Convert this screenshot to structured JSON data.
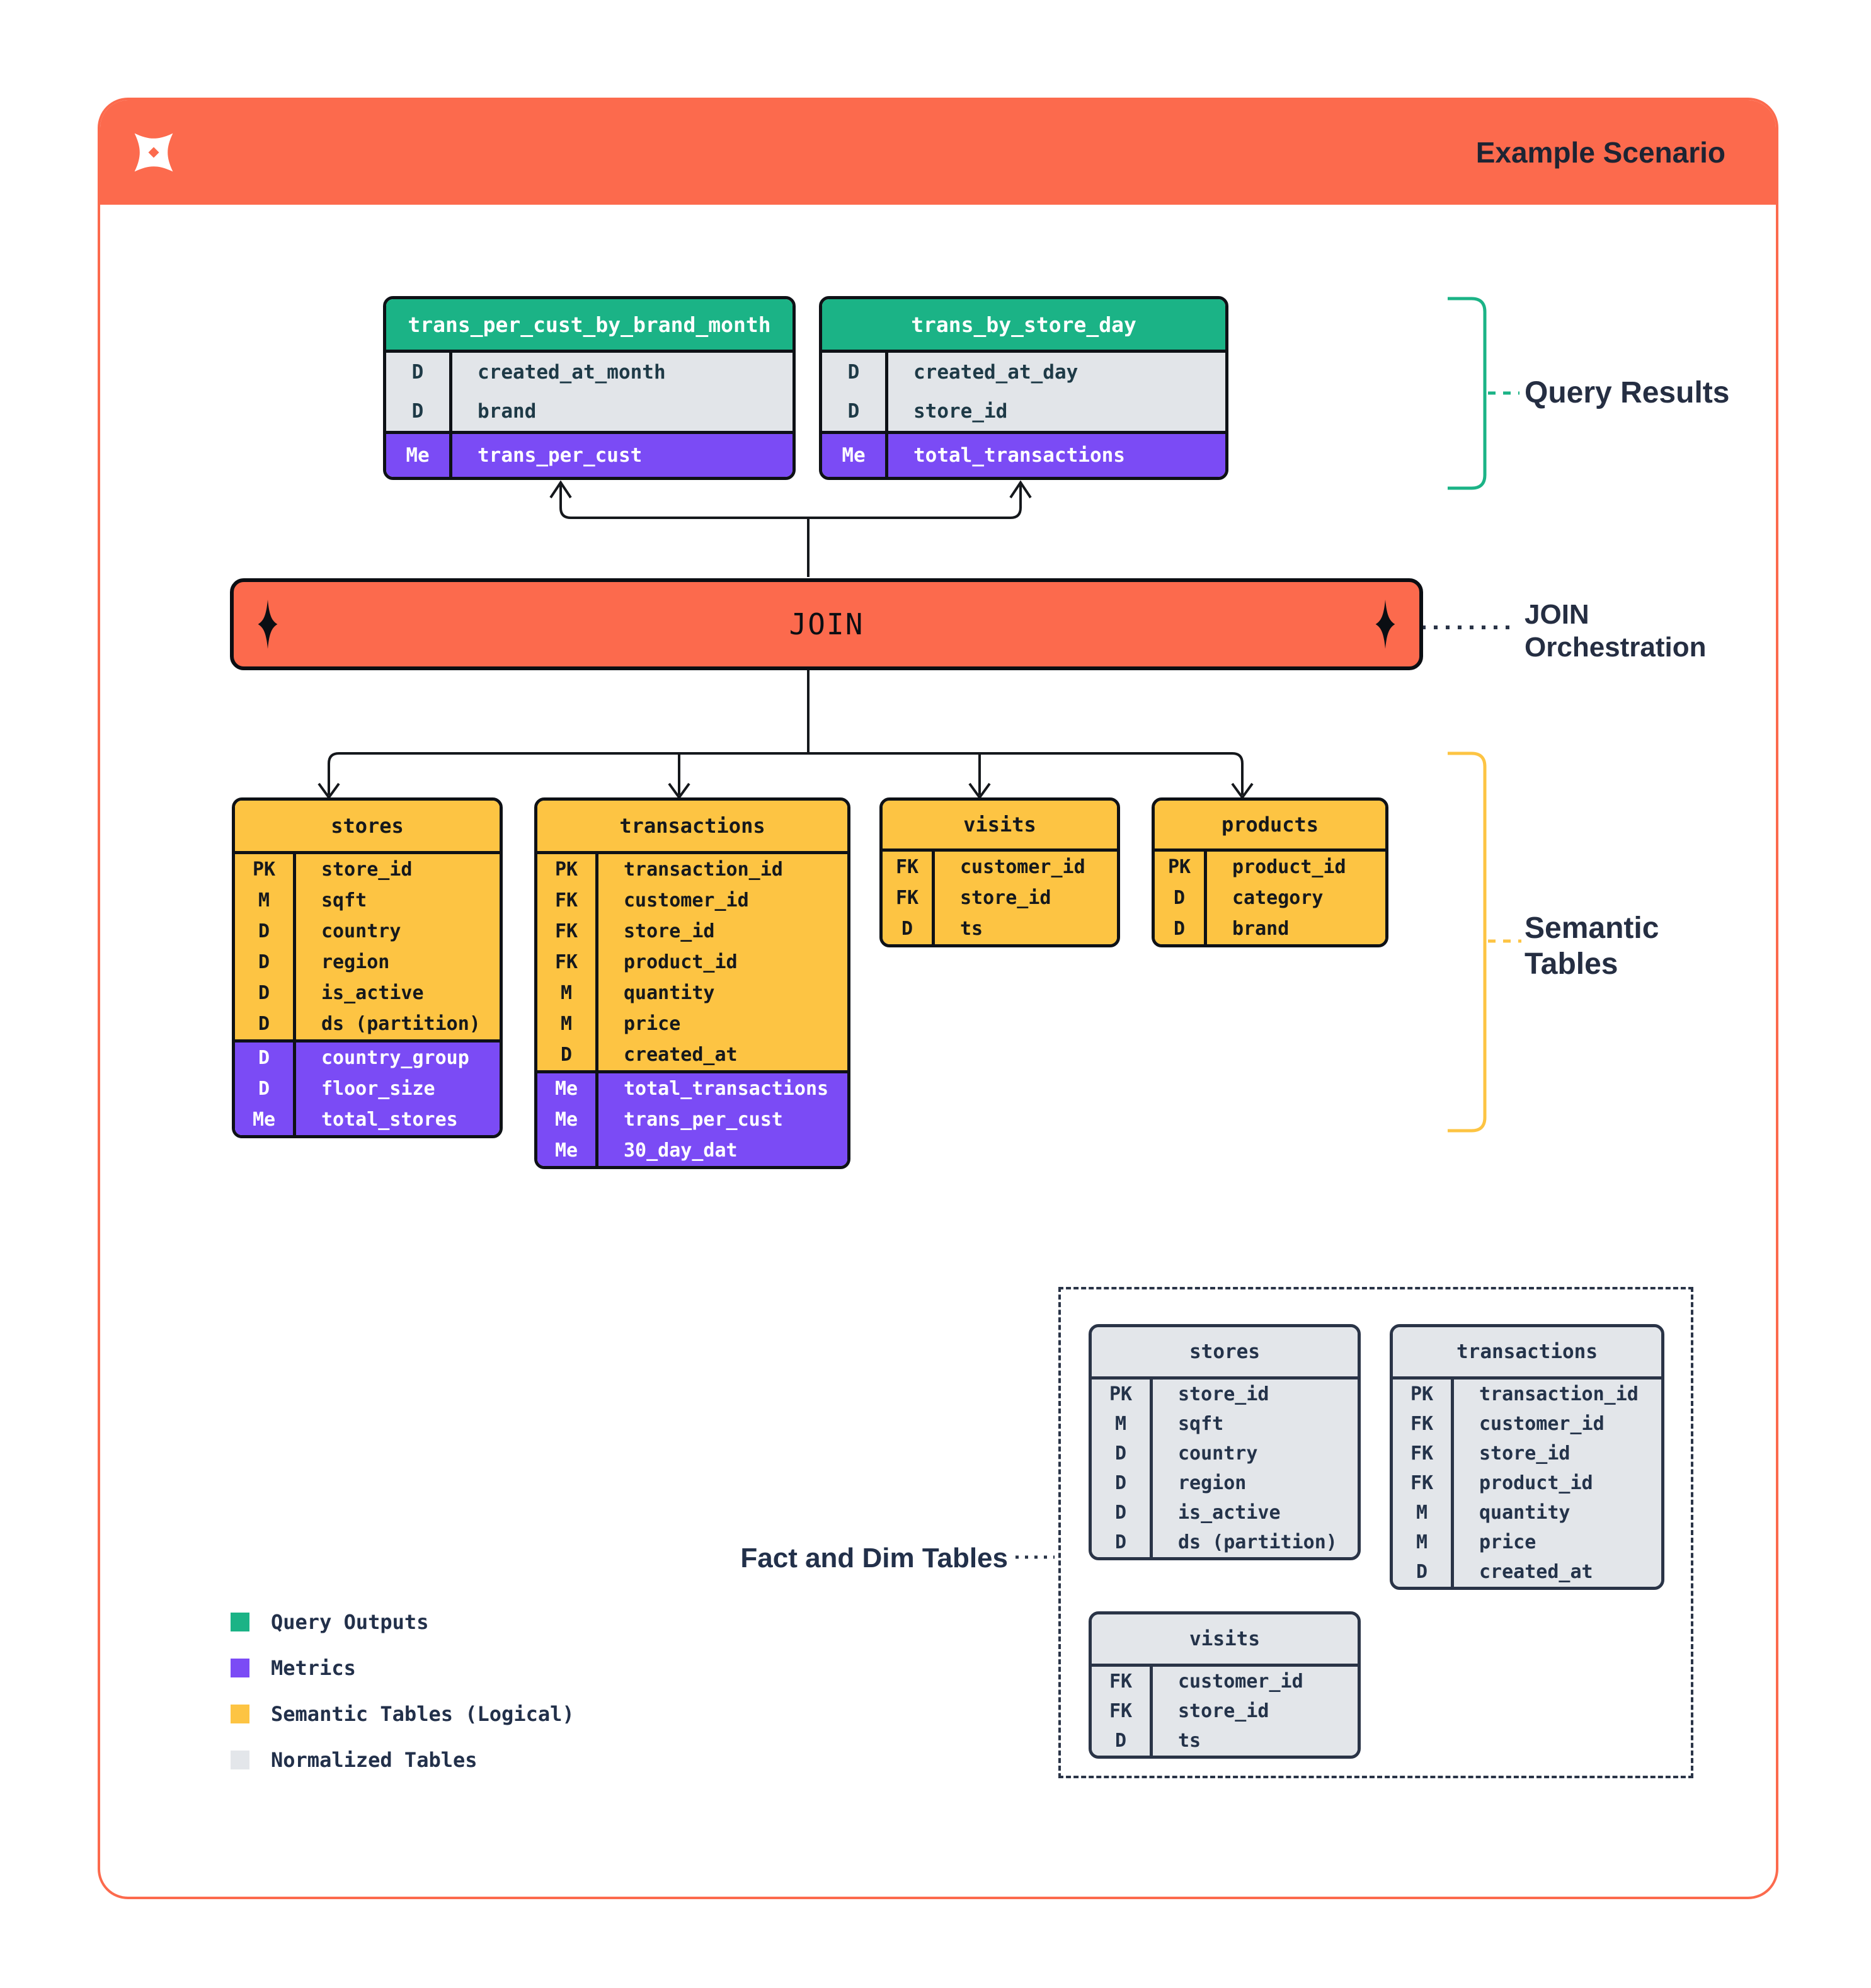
{
  "header": {
    "title": "Example Scenario"
  },
  "join_bar": {
    "label": "JOIN"
  },
  "annotations": {
    "query_results": "Query Results",
    "join_orchestration": [
      "JOIN",
      "Orchestration"
    ],
    "semantic_tables": [
      "Semantic",
      "Tables"
    ],
    "fact_and_dim": "Fact and Dim Tables"
  },
  "icons": {
    "logo": "sparkle-x-logo",
    "join_endpoints": "four-point-star-diamond"
  },
  "query_tables": [
    {
      "name": "trans_per_cust_by_brand_month",
      "rows": [
        {
          "key": "D",
          "field": "created_at_month"
        },
        {
          "key": "D",
          "field": "brand"
        }
      ],
      "metric_rows": [
        {
          "key": "Me",
          "field": "trans_per_cust"
        }
      ]
    },
    {
      "name": "trans_by_store_day",
      "rows": [
        {
          "key": "D",
          "field": "created_at_day"
        },
        {
          "key": "D",
          "field": "store_id"
        }
      ],
      "metric_rows": [
        {
          "key": "Me",
          "field": "total_transactions"
        }
      ]
    }
  ],
  "semantic_tables": [
    {
      "name": "stores",
      "rows": [
        {
          "key": "PK",
          "field": "store_id"
        },
        {
          "key": "M",
          "field": "sqft"
        },
        {
          "key": "D",
          "field": "country"
        },
        {
          "key": "D",
          "field": "region"
        },
        {
          "key": "D",
          "field": "is_active"
        },
        {
          "key": "D",
          "field": "ds (partition)"
        }
      ],
      "metric_rows": [
        {
          "key": "D",
          "field": "country_group"
        },
        {
          "key": "D",
          "field": "floor_size"
        },
        {
          "key": "Me",
          "field": "total_stores"
        }
      ]
    },
    {
      "name": "transactions",
      "rows": [
        {
          "key": "PK",
          "field": "transaction_id"
        },
        {
          "key": "FK",
          "field": "customer_id"
        },
        {
          "key": "FK",
          "field": "store_id"
        },
        {
          "key": "FK",
          "field": "product_id"
        },
        {
          "key": "M",
          "field": "quantity"
        },
        {
          "key": "M",
          "field": "price"
        },
        {
          "key": "D",
          "field": "created_at"
        }
      ],
      "metric_rows": [
        {
          "key": "Me",
          "field": "total_transactions"
        },
        {
          "key": "Me",
          "field": "trans_per_cust"
        },
        {
          "key": "Me",
          "field": "30_day_dat"
        }
      ]
    },
    {
      "name": "visits",
      "rows": [
        {
          "key": "FK",
          "field": "customer_id"
        },
        {
          "key": "FK",
          "field": "store_id"
        },
        {
          "key": "D",
          "field": "ts"
        }
      ],
      "metric_rows": []
    },
    {
      "name": "products",
      "rows": [
        {
          "key": "PK",
          "field": "product_id"
        },
        {
          "key": "D",
          "field": "category"
        },
        {
          "key": "D",
          "field": "brand"
        }
      ],
      "metric_rows": []
    }
  ],
  "normalized_tables": [
    {
      "name": "stores",
      "rows": [
        {
          "key": "PK",
          "field": "store_id"
        },
        {
          "key": "M",
          "field": "sqft"
        },
        {
          "key": "D",
          "field": "country"
        },
        {
          "key": "D",
          "field": "region"
        },
        {
          "key": "D",
          "field": "is_active"
        },
        {
          "key": "D",
          "field": "ds (partition)"
        }
      ],
      "metric_rows": []
    },
    {
      "name": "transactions",
      "rows": [
        {
          "key": "PK",
          "field": "transaction_id"
        },
        {
          "key": "FK",
          "field": "customer_id"
        },
        {
          "key": "FK",
          "field": "store_id"
        },
        {
          "key": "FK",
          "field": "product_id"
        },
        {
          "key": "M",
          "field": "quantity"
        },
        {
          "key": "M",
          "field": "price"
        },
        {
          "key": "D",
          "field": "created_at"
        }
      ],
      "metric_rows": []
    },
    {
      "name": "visits",
      "rows": [
        {
          "key": "FK",
          "field": "customer_id"
        },
        {
          "key": "FK",
          "field": "store_id"
        },
        {
          "key": "D",
          "field": "ts"
        }
      ],
      "metric_rows": []
    }
  ],
  "legend": [
    {
      "label": "Query Outputs",
      "color": "#1BB386"
    },
    {
      "label": "Metrics",
      "color": "#7B4BF5"
    },
    {
      "label": "Semantic Tables (Logical)",
      "color": "#FDC443"
    },
    {
      "label": "Normalized Tables",
      "color": "#E3E6EA"
    }
  ],
  "colors": {
    "orange": "#FC6A4D",
    "green": "#1BB386",
    "purple": "#7B4BF5",
    "yellow": "#FDC443",
    "row_gray": "#E2E5E9",
    "table_gray": "#E3E6EA",
    "ink": "#0E1116",
    "navy": "#2A3447",
    "label_text": "#252E42"
  }
}
